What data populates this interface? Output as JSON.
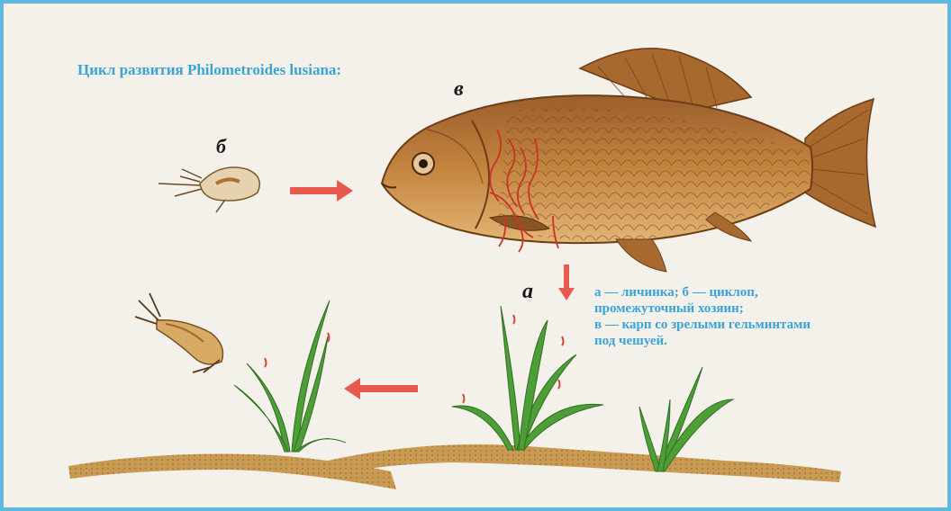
{
  "title": "Цикл развития Philometroides lusiana:",
  "labels": {
    "a": "а",
    "b": "б",
    "v": "в"
  },
  "legend": [
    "а — личинка; б — циклоп,",
    "промежуточный хозяин;",
    "в — карп со зрелыми гельминтами",
    "под чешуей."
  ],
  "colors": {
    "border": "#5fb8de",
    "text_blue": "#3aa4d6",
    "arrow": "#e85a50",
    "fish": "#b8763e",
    "grass": "#4e9e38",
    "soil": "#c89a52"
  }
}
